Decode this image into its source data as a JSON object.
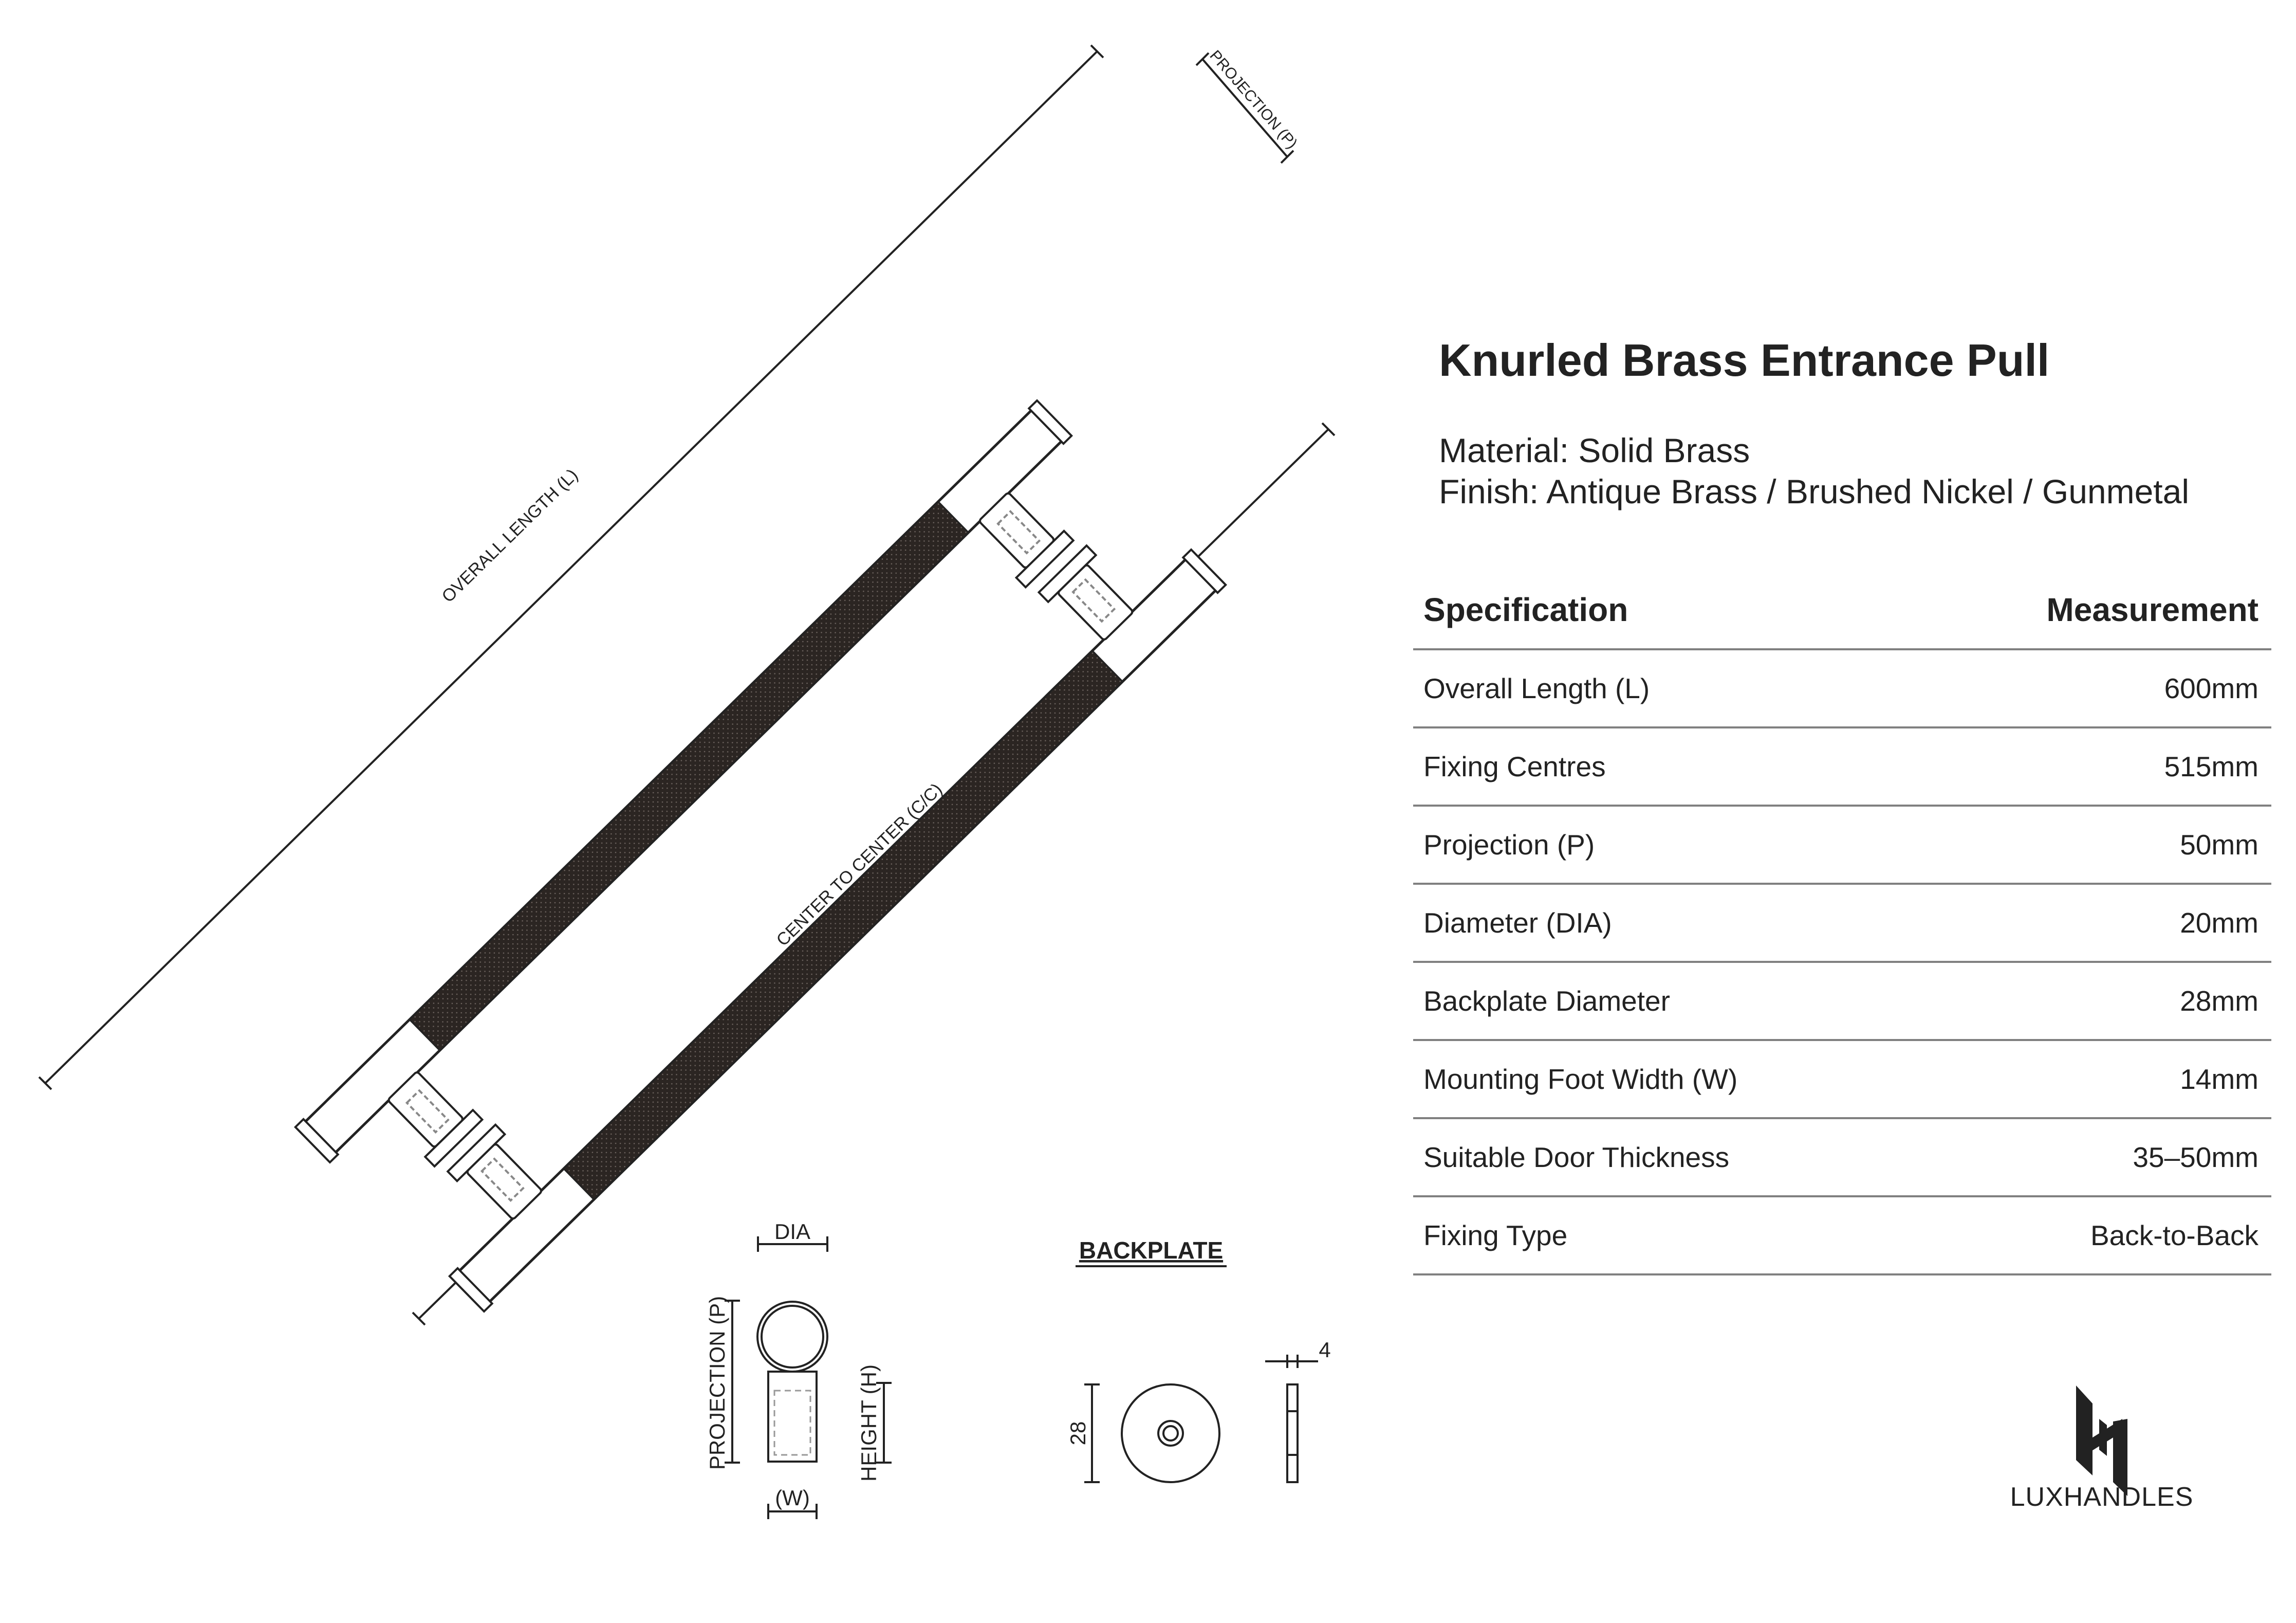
{
  "product": {
    "title": "Knurled Brass Entrance Pull",
    "material": "Material: Solid Brass",
    "finish": "Finish: Antique Brass / Brushed Nickel / Gunmetal"
  },
  "spec_table": {
    "header_spec": "Specification",
    "header_measure": "Measurement",
    "rows": [
      {
        "label": "Overall Length (L)",
        "value": "600mm"
      },
      {
        "label": "Fixing Centres",
        "value": "515mm"
      },
      {
        "label": "Projection (P)",
        "value": "50mm"
      },
      {
        "label": "Diameter (DIA)",
        "value": "20mm"
      },
      {
        "label": "Backplate Diameter",
        "value": "28mm"
      },
      {
        "label": "Mounting Foot Width (W)",
        "value": "14mm"
      },
      {
        "label": "Suitable Door Thickness",
        "value": "35–50mm"
      },
      {
        "label": "Fixing Type",
        "value": "Back-to-Back"
      }
    ]
  },
  "drawing_labels": {
    "overall_length": "OVERALL LENGTH (L)",
    "projection_top": "PROJECTION (P)",
    "center_to_center": "CENTER TO CENTER (C/C)",
    "dia": "DIA",
    "projection_side": "PROJECTION (P)",
    "height": "HEIGHT (H)",
    "width": "(W)",
    "backplate": "BACKPLATE",
    "dim_28": "28",
    "dim_4": "4"
  },
  "brand": {
    "name": "LUXHANDLES",
    "logo_icon": "luxhandles-logo-icon"
  },
  "colors": {
    "knurl": "#2b2522",
    "line": "#222222",
    "rule": "#808080"
  }
}
